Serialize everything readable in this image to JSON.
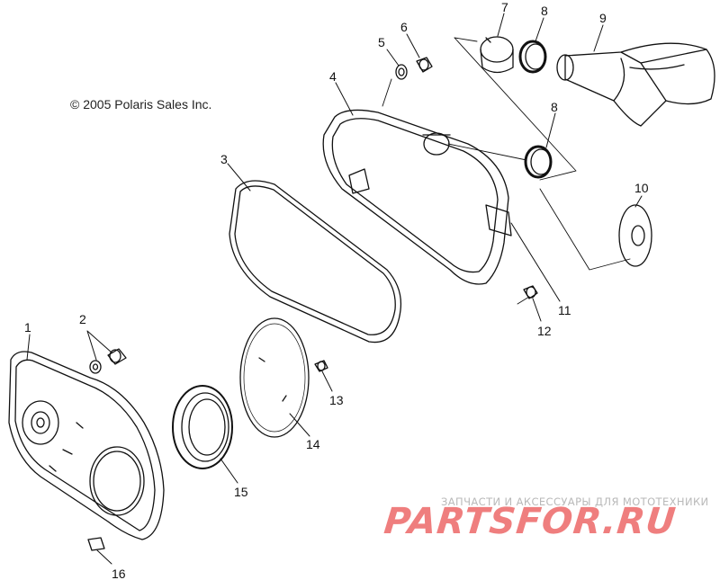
{
  "copyright": "© 2005 Polaris Sales Inc.",
  "watermark": {
    "tagline": "ЗАПЧАСТИ И АКСЕССУАРЫ ДЛЯ МОТОТЕХНИКИ",
    "logo_text": "PARTSFOR.RU",
    "logo_color": "#ef7e7e"
  },
  "callouts": [
    "1",
    "2",
    "3",
    "4",
    "5",
    "6",
    "7",
    "8",
    "8",
    "9",
    "10",
    "11",
    "12",
    "13",
    "14",
    "15",
    "16"
  ]
}
